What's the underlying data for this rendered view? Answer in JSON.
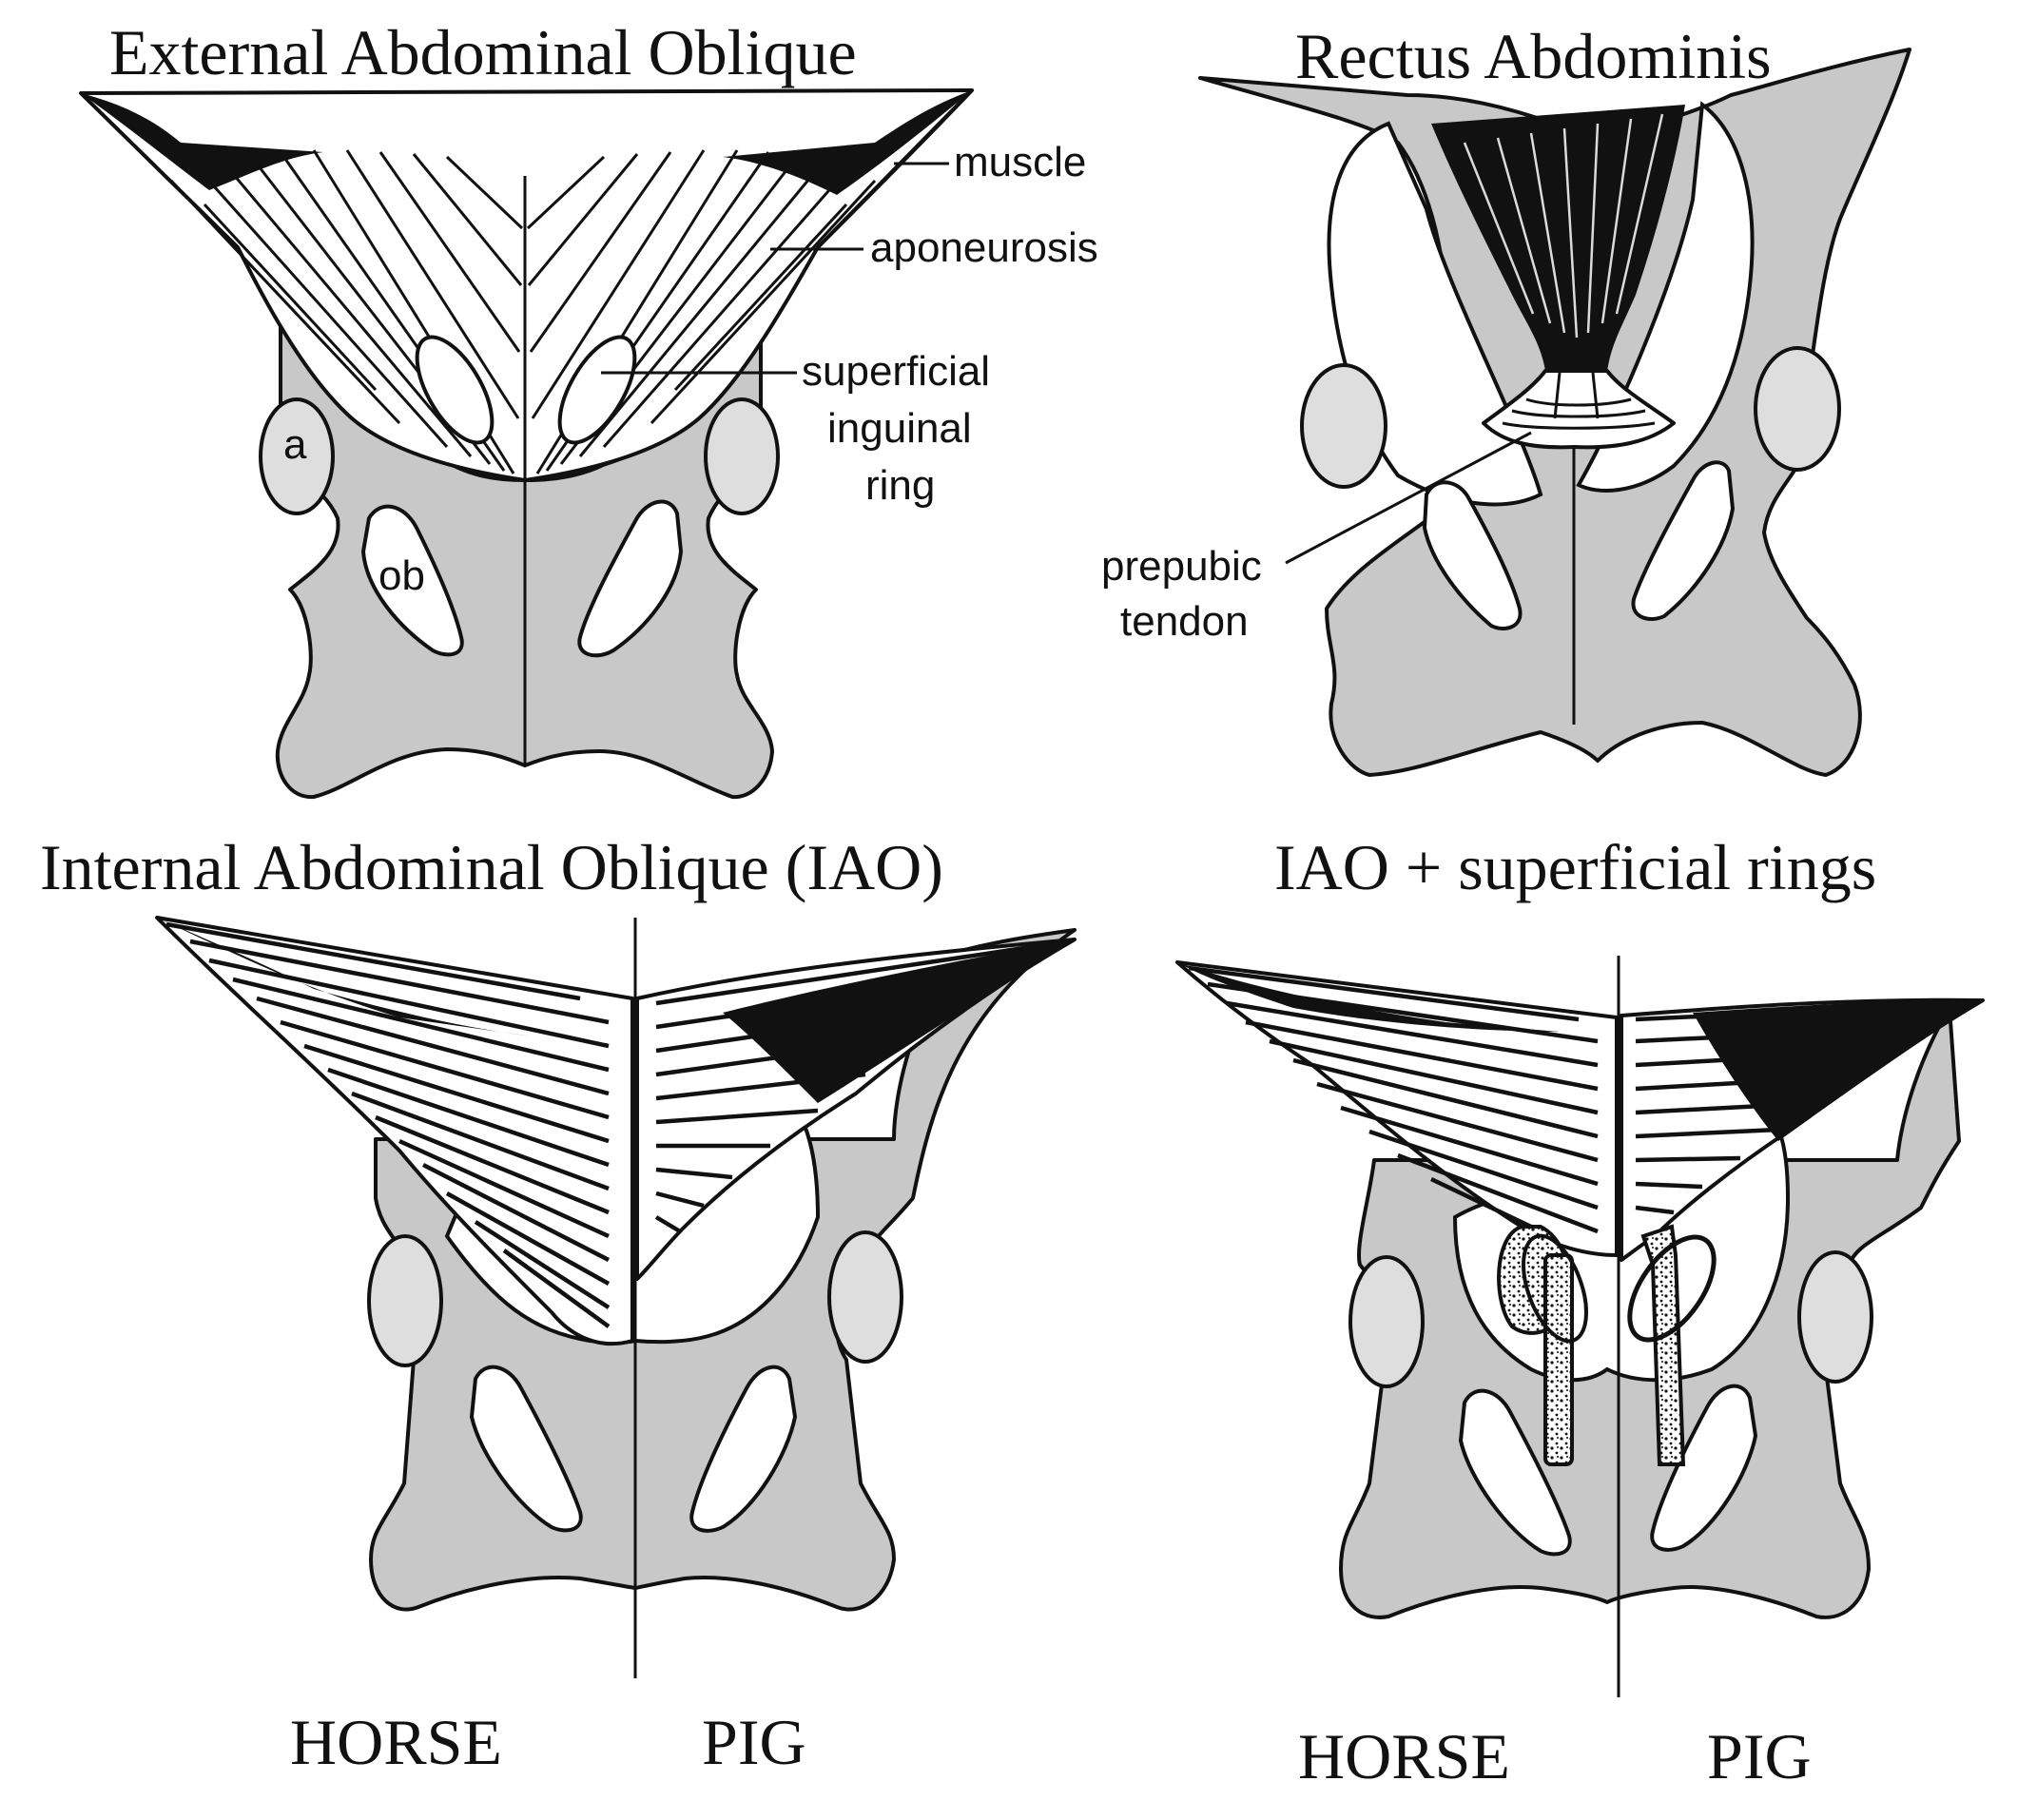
{
  "panels": {
    "eao": {
      "title": "External Abdominal Oblique",
      "labels": {
        "muscle": "muscle",
        "aponeurosis": "aponeurosis",
        "ring_1": "superficial",
        "ring_2": "inguinal",
        "ring_3": "ring",
        "acetabulum": "a",
        "obturator": "ob"
      }
    },
    "ra": {
      "title": "Rectus Abdominis",
      "labels": {
        "prepubic_1": "prepubic",
        "prepubic_2": "tendon"
      }
    },
    "iao": {
      "title": "Internal Abdominal  Oblique (IAO)",
      "left_species": "HORSE",
      "right_species": "PIG"
    },
    "iao_rings": {
      "title": "IAO + superficial rings",
      "left_species": "HORSE",
      "right_species": "PIG"
    }
  },
  "colors": {
    "bone": "#c8c8c8",
    "acetabulum": "#dedede",
    "ink": "#111111"
  }
}
